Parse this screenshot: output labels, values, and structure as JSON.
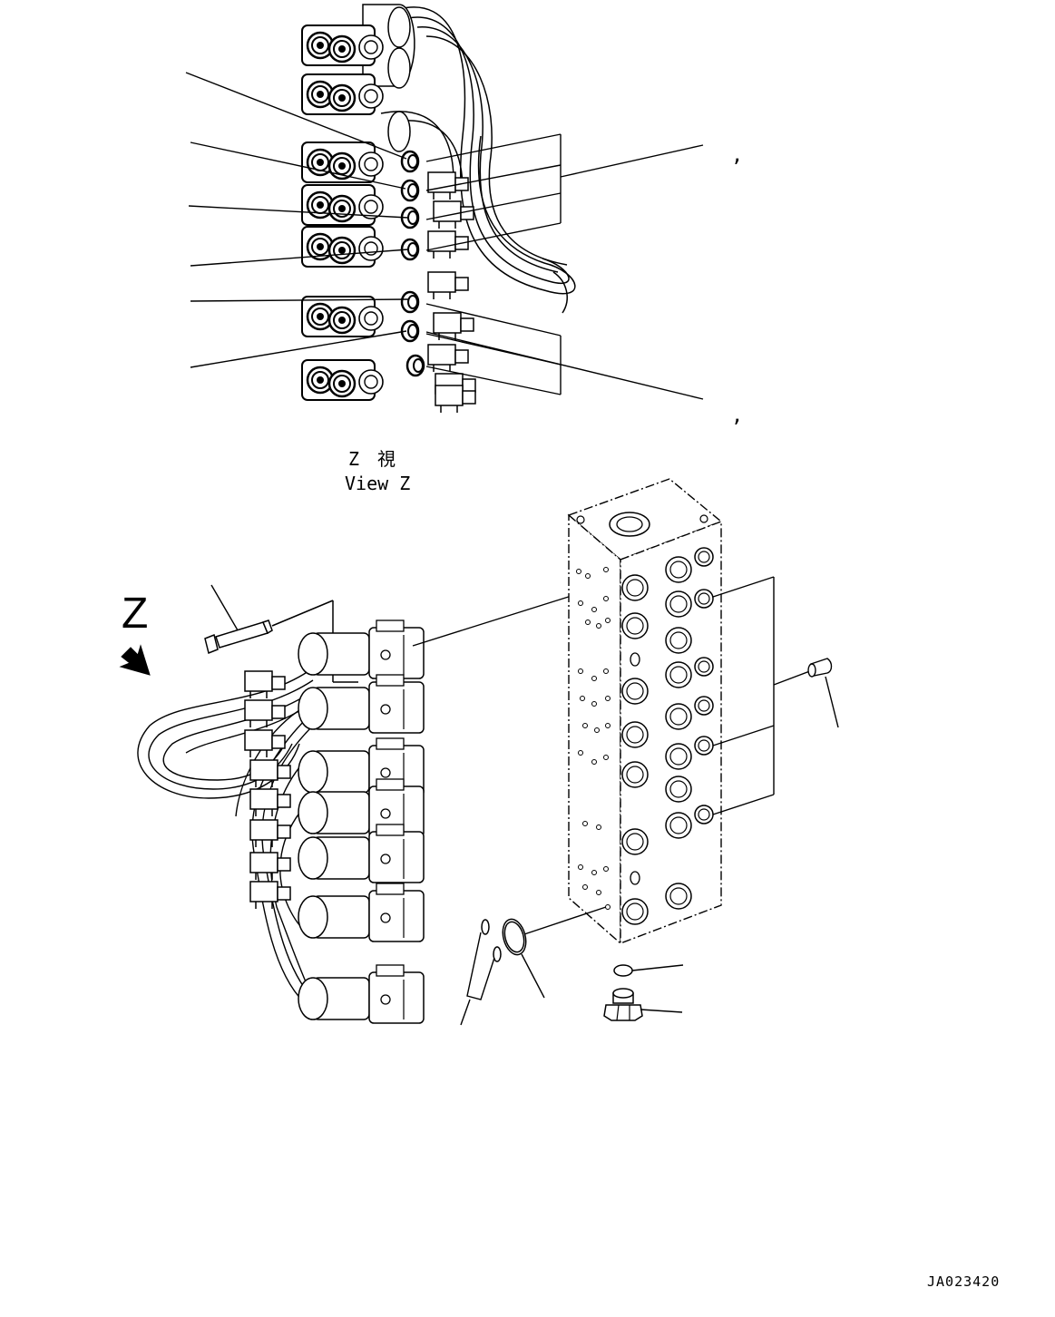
{
  "view_caption": {
    "jp": "Z　視",
    "en": "View Z"
  },
  "view_marker": "Z",
  "comma_marks": [
    ",",
    ","
  ],
  "drawing_number": "JA023420",
  "icons": {
    "view_arrow": "view-direction-arrow-icon"
  }
}
